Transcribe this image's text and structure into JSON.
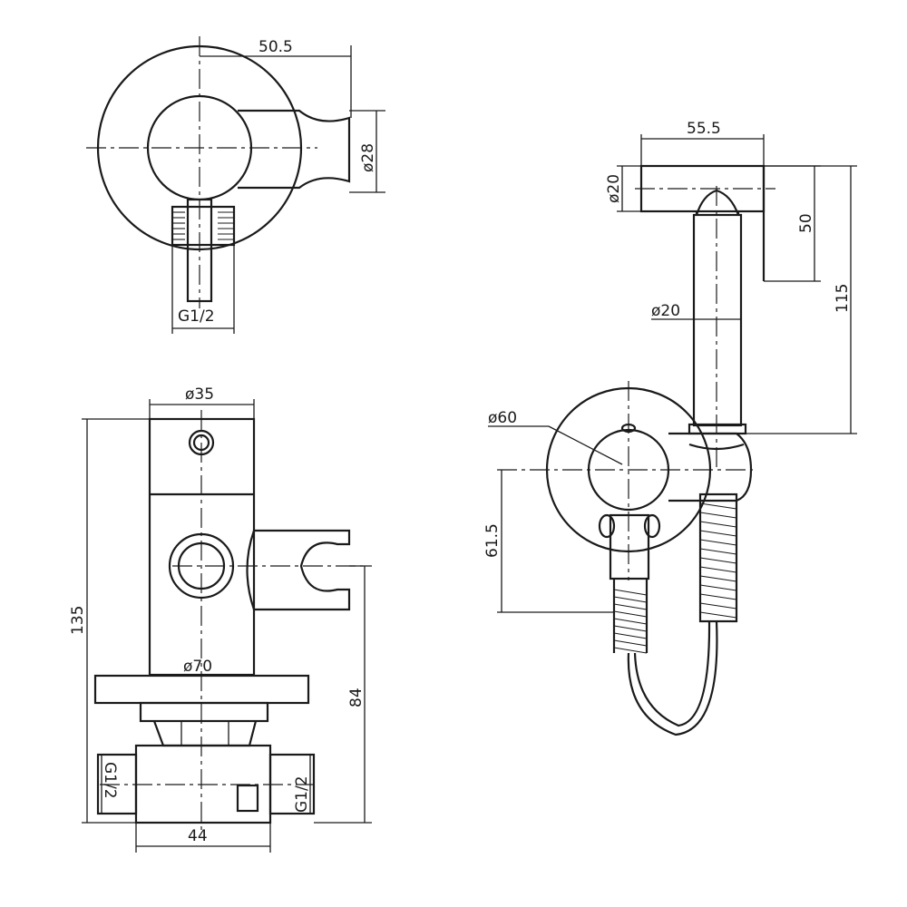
{
  "dimensions": {
    "top_view": {
      "width_50_5": "50.5",
      "dia_28": "ø28",
      "thread_g12": "G1/2"
    },
    "front_view": {
      "dia_35": "ø35",
      "dia_70": "ø70",
      "height_135": "135",
      "height_84": "84",
      "thread_left": "G1/2",
      "thread_right": "G1/2",
      "width_44": "44"
    },
    "side_view": {
      "length_55_5": "55.5",
      "dia_20_head": "ø20",
      "height_50": "50",
      "height_115": "115",
      "dia_20_stem": "ø20",
      "dia_60": "ø60",
      "height_61_5": "61.5"
    }
  },
  "colors": {
    "line": "#1a1a1a",
    "background": "#ffffff"
  }
}
